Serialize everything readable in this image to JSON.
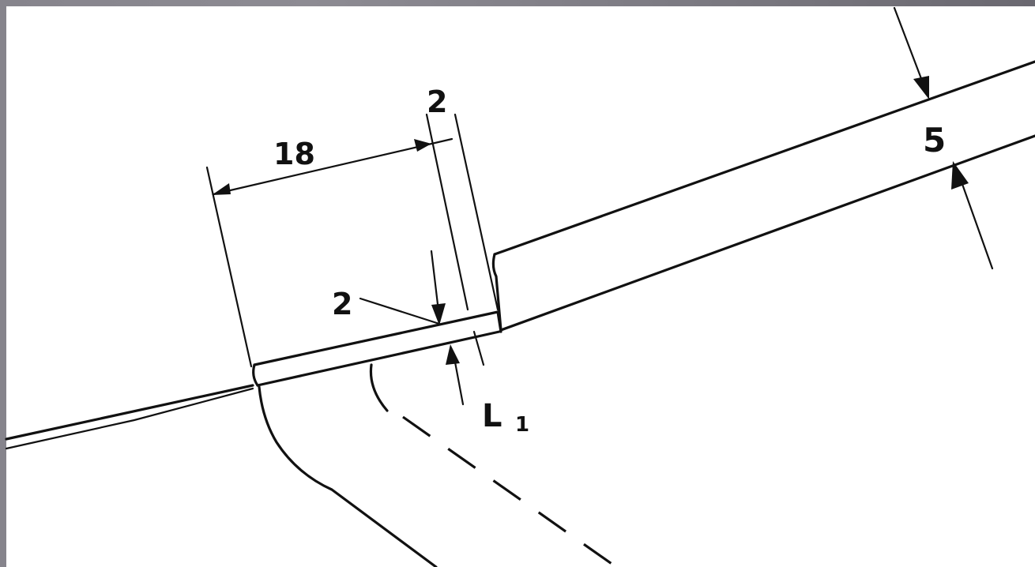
{
  "labels": {
    "dim_18": "18",
    "dim_2_top": "2",
    "dim_2_step": "2",
    "dim_5": "5",
    "dim_L1_main": "L",
    "dim_L1_sub": "1"
  }
}
